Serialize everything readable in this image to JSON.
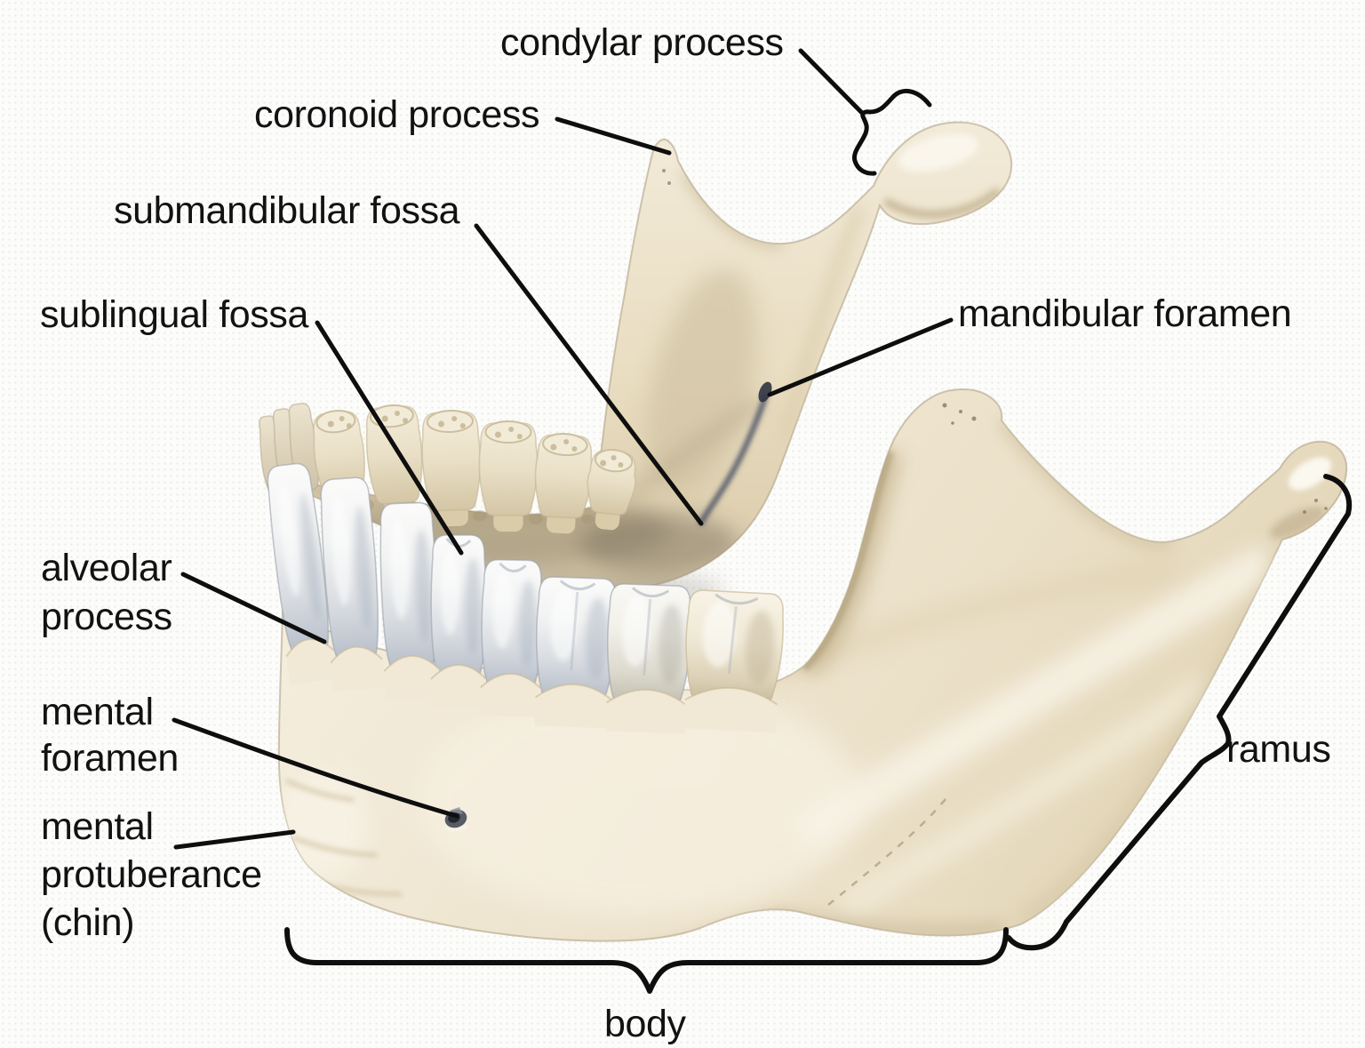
{
  "labels": {
    "condylar_process": "condylar process",
    "coronoid_process": "coronoid process",
    "submandibular_fossa": "submandibular fossa",
    "sublingual_fossa": "sublingual fossa",
    "mandibular_foramen": "mandibular foramen",
    "alveolar_process": "alveolar\nprocess",
    "mental_foramen": "mental\nforamen",
    "mental_protuberance": "mental\nprotuberance\n(chin)",
    "ramus": "ramus",
    "body": "body"
  },
  "colors": {
    "background": "#fcfcfa",
    "label_text": "#121212",
    "annotation_line": "#0e0e0e",
    "bone_light": "#f4eedd",
    "bone_mid": "#e9dec4",
    "bone_shadow": "#c9ba9b",
    "fossa_shadow": "#8e8168",
    "groove_dark": "#47506a",
    "tooth_white": "#f4f5f4",
    "tooth_shade": "#aab2bf",
    "tooth_cream": "#efe7d2"
  }
}
